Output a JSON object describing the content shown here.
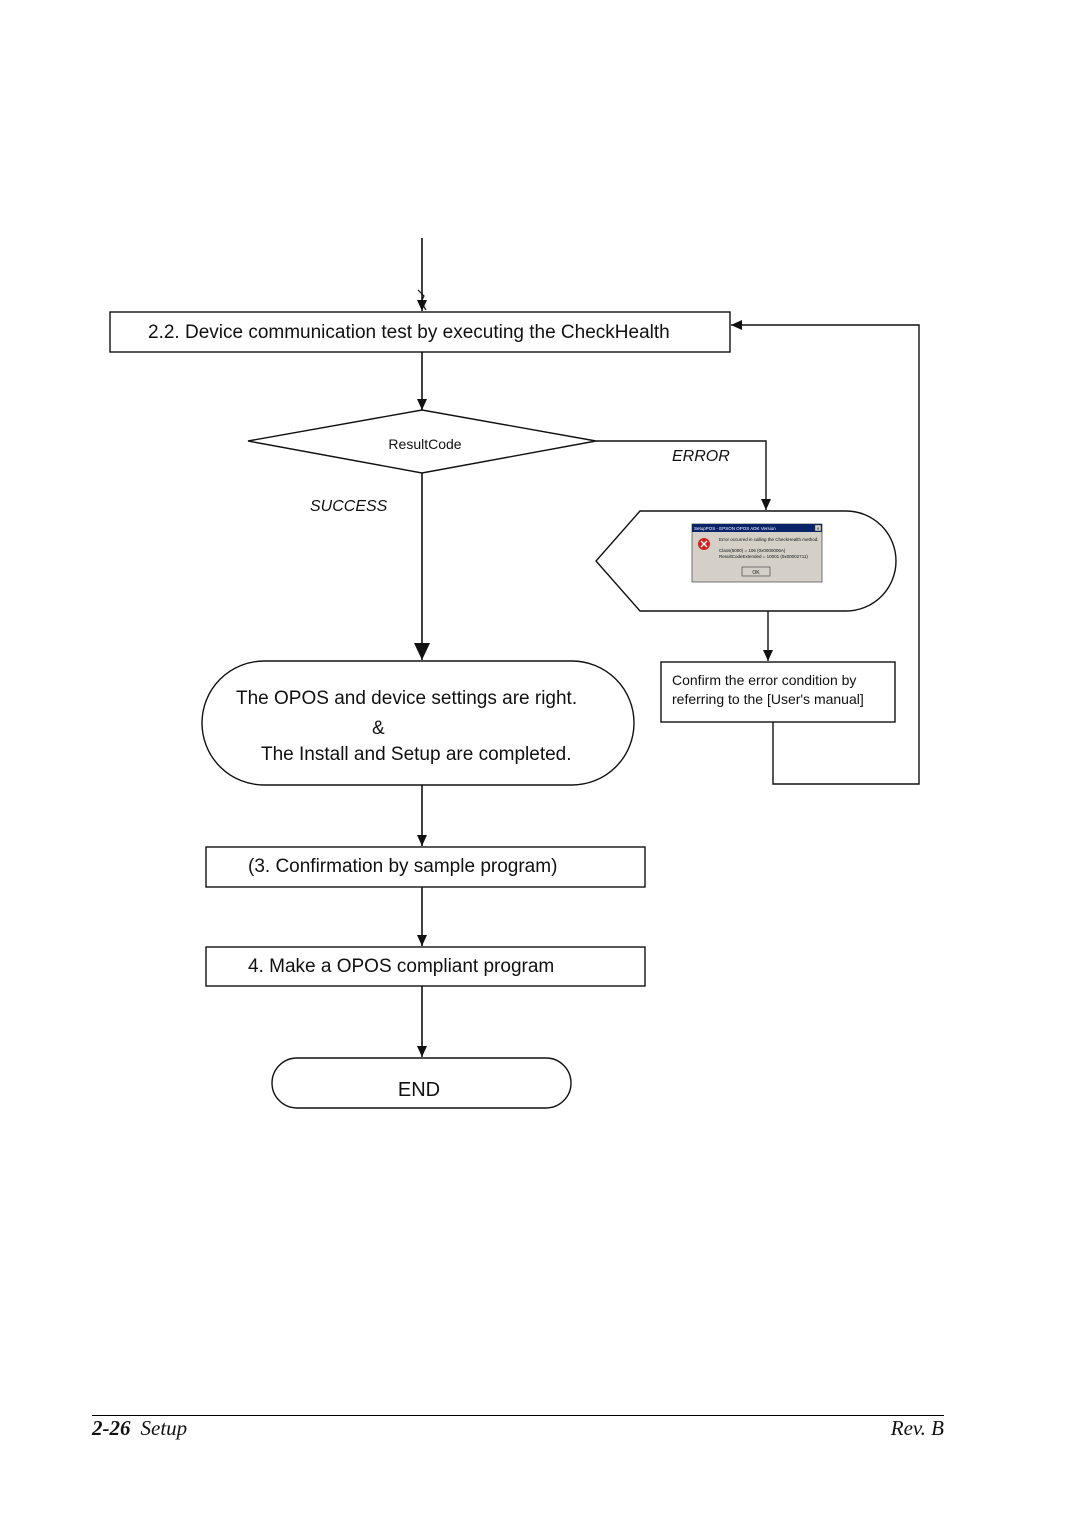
{
  "flow": {
    "step_checkhealth": "2.2. Device communication test by executing the CheckHealth",
    "decision_label": "ResultCode",
    "error_label": "ERROR",
    "success_label": "SUCCESS",
    "dialog": {
      "title": "SetupPOS - EPSON OPOS ADK Version",
      "message": "Error occurred in calling the CheckHealth method.",
      "line1": "Class(5000) = 106 (0x0000006A)",
      "line2": "ResultCodeExtended = 10001 (0x00002711)",
      "ok_label": "OK"
    },
    "confirm_line1": "Confirm the error condition by",
    "confirm_line2": "referring to the [User's manual]",
    "success_line1": "The OPOS and device settings are right.",
    "success_amp": "&",
    "success_line2": "The Install and Setup are completed.",
    "step_sample": "(3. Confirmation by sample program)",
    "step_make": "4. Make a OPOS compliant program",
    "end_label": "END"
  },
  "footer": {
    "page_number": "2-26",
    "section": "Setup",
    "revision": "Rev. B"
  }
}
